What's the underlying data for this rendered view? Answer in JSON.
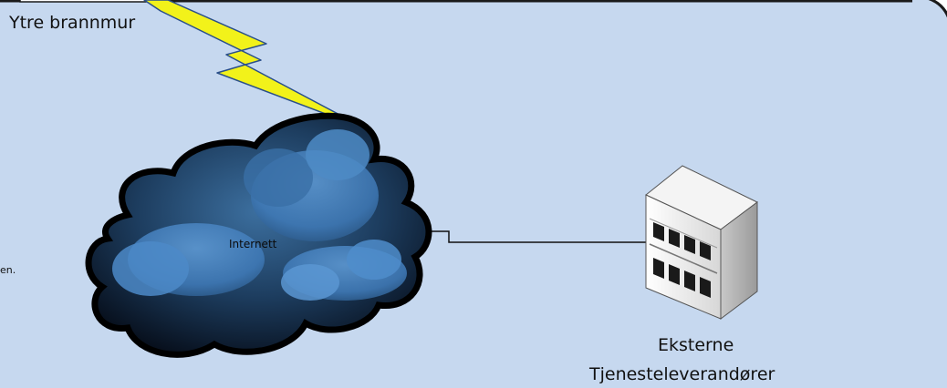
{
  "firewall": {
    "label": "Ytre brannmur"
  },
  "internet": {
    "label": "Internett"
  },
  "service_provider": {
    "label_line1": "Eksterne",
    "label_line2": "Tjenesteleverandører",
    "building_icon": "office-building-icon"
  },
  "left_edge_text": "en.",
  "colors": {
    "zone_background": "#c6d8ef",
    "zone_border": "#1a1a1a",
    "lightning": "#f2f21a",
    "cloud_dark": "#0d1b2e",
    "cloud_light": "#4a88c8"
  }
}
